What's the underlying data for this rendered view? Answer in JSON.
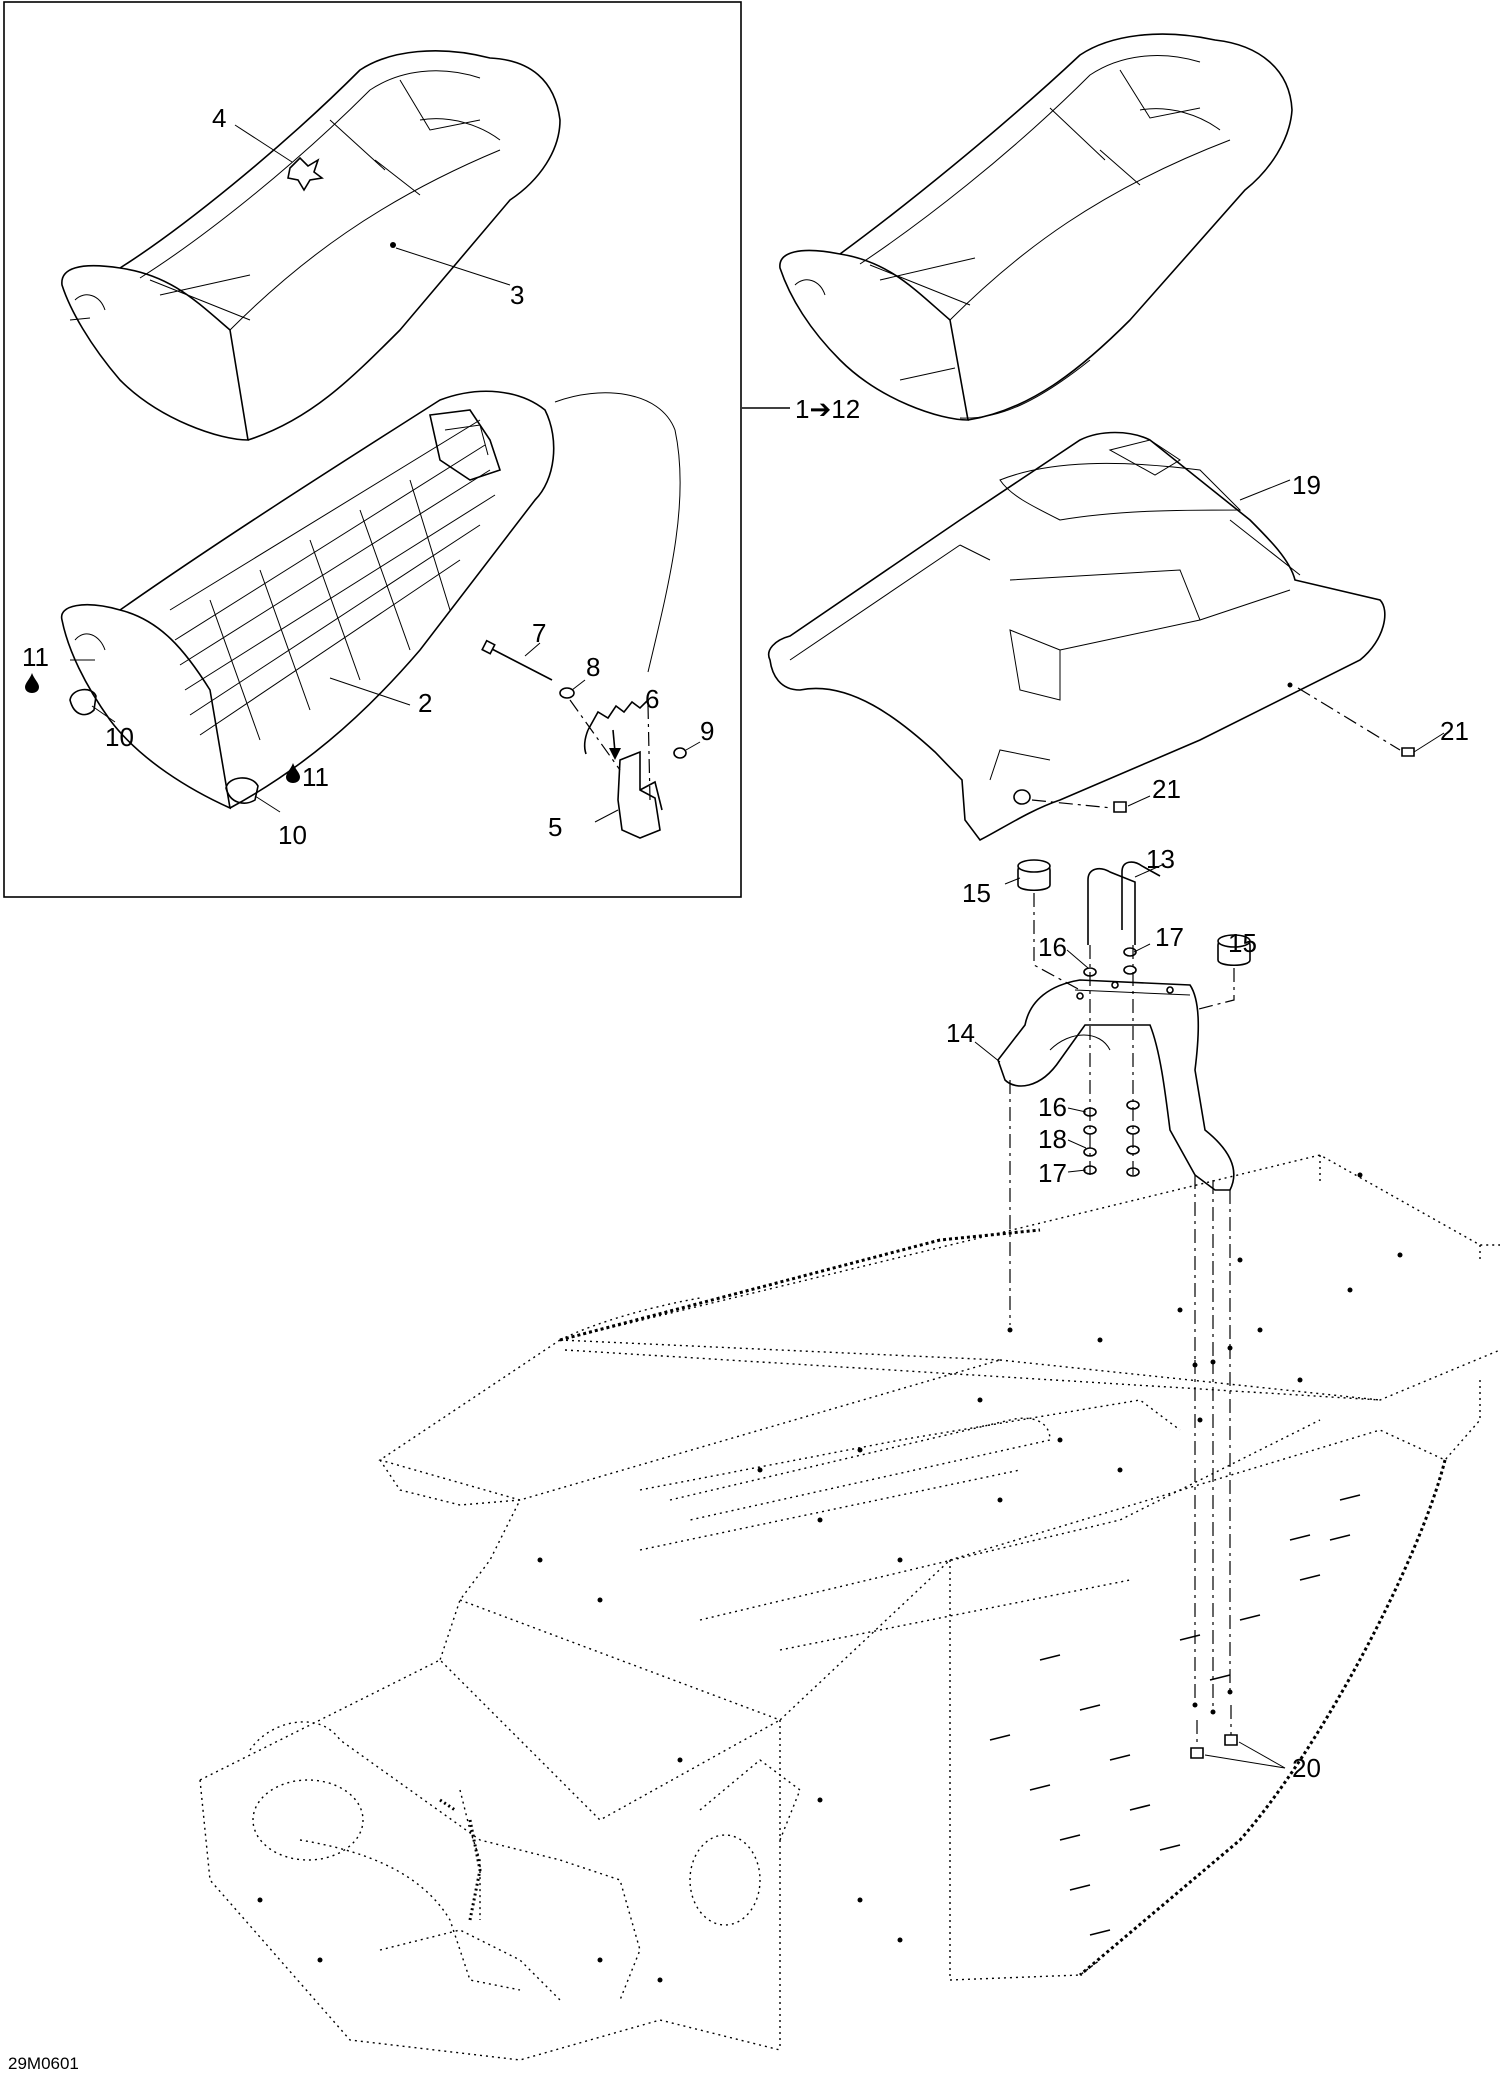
{
  "diagram": {
    "drawing_code": "29M0601",
    "callouts": {
      "c1_12": "1➔12",
      "c2": "2",
      "c3": "3",
      "c4": "4",
      "c5": "5",
      "c6": "6",
      "c7": "7",
      "c8": "8",
      "c9": "9",
      "c10a": "10",
      "c10b": "10",
      "c11a": "11",
      "c11b": "11",
      "c13": "13",
      "c14": "14",
      "c15a": "15",
      "c15b": "15",
      "c16a": "16",
      "c16b": "16",
      "c17a": "17",
      "c17b": "17",
      "c18": "18",
      "c19": "19",
      "c20": "20",
      "c21a": "21",
      "c21b": "21"
    },
    "drop_glyph": "💧"
  }
}
